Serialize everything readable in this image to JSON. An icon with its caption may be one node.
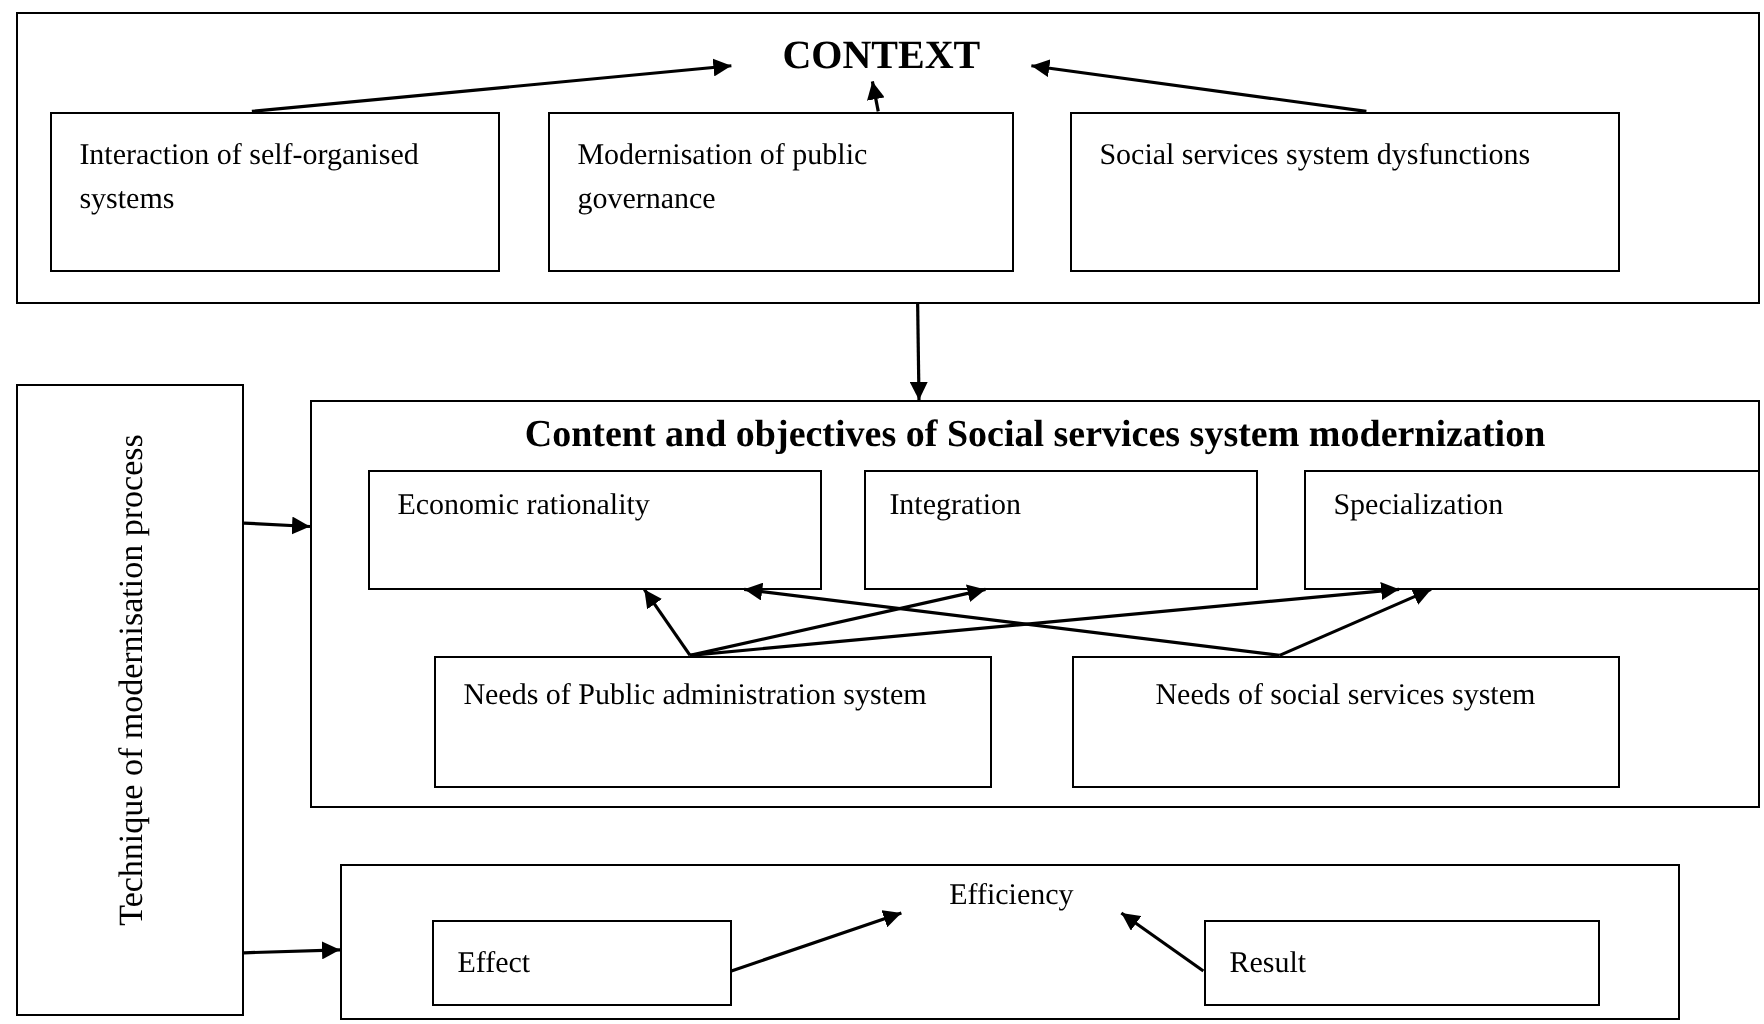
{
  "diagram": {
    "nodes": [
      {
        "text": [],
        "shape": "box"
      },
      {
        "text": [
          "CONTEXT"
        ],
        "in": 0
      },
      {
        "text": [
          "Interaction of self-organised systems"
        ],
        "in": 0
      },
      {
        "text": [
          "Modernisation of public governance"
        ],
        "in": 0
      },
      {
        "text": [
          "Social services system dysfunctions"
        ],
        "in": 0
      },
      {
        "text": [
          "Technique of modernisation process"
        ]
      },
      {
        "text": [
          "Content and objectives of Social services system modernization"
        ]
      },
      {
        "text": [
          "Economic rationality"
        ],
        "in": 6
      },
      {
        "text": [
          "Integration"
        ],
        "in": 6
      },
      {
        "text": [
          "Specialization"
        ],
        "in": 6
      },
      {
        "text": [
          "Needs of Public administration system"
        ],
        "in": 6
      },
      {
        "text": [
          "Needs of social services system"
        ],
        "in": 6
      },
      {
        "text": [],
        "shape": "box"
      },
      {
        "text": [
          "Efficiency"
        ],
        "in": 12
      },
      {
        "text": [
          "Effect"
        ],
        "in": 12
      },
      {
        "text": [
          "Result"
        ],
        "in": 12
      }
    ],
    "edges": [
      {
        "from": 2,
        "to": 1,
        "arrow": "to"
      },
      {
        "from": 3,
        "to": 1,
        "arrow": "to"
      },
      {
        "from": 4,
        "to": 1,
        "arrow": "to"
      },
      {
        "from": 0,
        "to": 6,
        "arrow": "to"
      },
      {
        "from": 5,
        "to": 6,
        "arrow": "to"
      },
      {
        "from": 5,
        "to": 12,
        "arrow": "to"
      },
      {
        "from": 10,
        "to": 7,
        "arrow": "to"
      },
      {
        "from": 10,
        "to": 8,
        "arrow": "to"
      },
      {
        "from": 10,
        "to": 9,
        "arrow": "to"
      },
      {
        "from": 11,
        "to": 7,
        "arrow": "to"
      },
      {
        "from": 11,
        "to": 9,
        "arrow": "to"
      },
      {
        "from": 14,
        "to": 13,
        "arrow": "to"
      },
      {
        "from": 15,
        "to": 13,
        "arrow": "to"
      }
    ]
  }
}
